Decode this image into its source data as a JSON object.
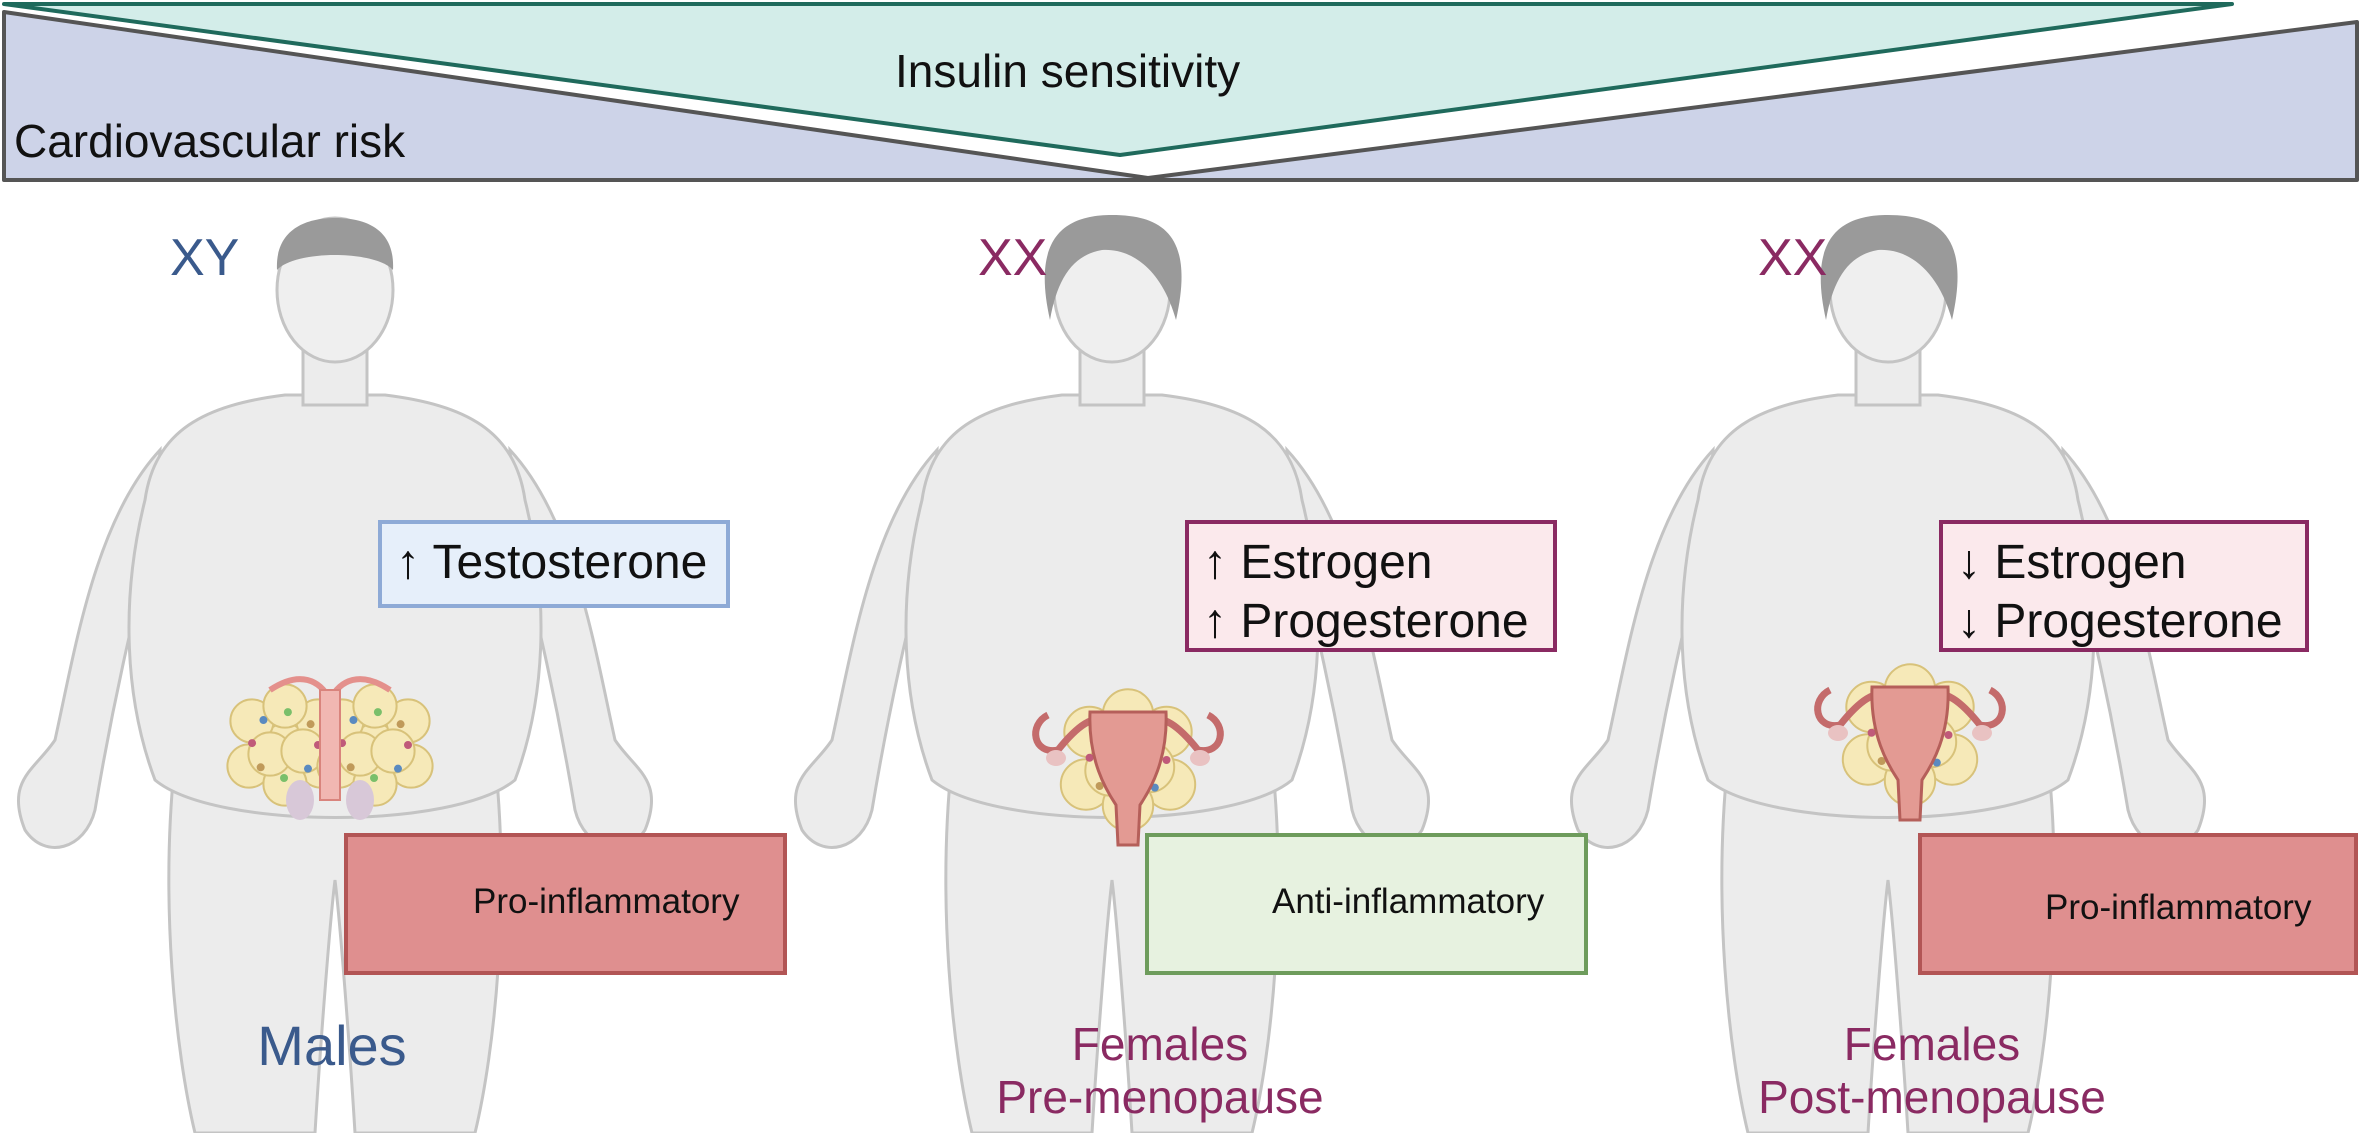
{
  "banner": {
    "insulin_label": "Insulin sensitivity",
    "cardio_label": "Cardiovascular risk",
    "insulin_fill": "#d3ede9",
    "insulin_stroke": "#1f6a5c",
    "cardio_fill": "#cdd3e8",
    "cardio_stroke": "#555555"
  },
  "figures": [
    {
      "chromosome": "XY",
      "chromosome_color": "#3a5a8c",
      "hormones": [
        "↑ Testosterone"
      ],
      "hormone_box_fill": "#e6effa",
      "hormone_box_stroke": "#8eaad6",
      "organ_icon": "male-reproductive-icon",
      "fat_icon": "adipose-tissue-icon",
      "inflammation": "Pro-inflammatory",
      "inflammation_fill": "#df8f8f",
      "inflammation_stroke": "#b25555",
      "group_lines": [
        "Males"
      ],
      "group_color": "#3a5a8c"
    },
    {
      "chromosome": "XX",
      "chromosome_color": "#8a2a62",
      "hormones": [
        "↑ Estrogen",
        "↑ Progesterone"
      ],
      "hormone_box_fill": "#fbe9ec",
      "hormone_box_stroke": "#8a2a62",
      "organ_icon": "uterus-icon",
      "fat_icon": "adipose-tissue-icon",
      "inflammation": "Anti-inflammatory",
      "inflammation_fill": "#e7f2e0",
      "inflammation_stroke": "#6e9c5c",
      "group_lines": [
        "Females",
        "Pre-menopause"
      ],
      "group_color": "#8a2a62"
    },
    {
      "chromosome": "XX",
      "chromosome_color": "#8a2a62",
      "hormones": [
        "↓ Estrogen",
        "↓ Progesterone"
      ],
      "hormone_box_fill": "#fbe9ec",
      "hormone_box_stroke": "#8a2a62",
      "organ_icon": "uterus-icon",
      "fat_icon": "adipose-tissue-icon",
      "inflammation": "Pro-inflammatory",
      "inflammation_fill": "#df8f8f",
      "inflammation_stroke": "#b25555",
      "group_lines": [
        "Females",
        "Post-menopause"
      ],
      "group_color": "#8a2a62"
    }
  ]
}
